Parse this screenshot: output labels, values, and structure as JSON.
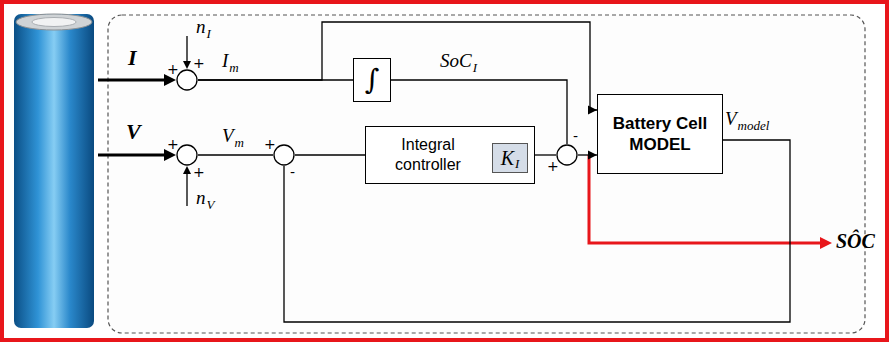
{
  "diagram": {
    "nodes": [
      {
        "text": [
          "+",
          "+"
        ]
      },
      {
        "text": [
          "∫"
        ]
      },
      {
        "text": [
          "Battery Cell MODEL"
        ]
      },
      {
        "text": [
          "+",
          "+"
        ]
      },
      {
        "text": [
          "+",
          "-"
        ]
      },
      {
        "text": [
          "Integral controller"
        ]
      },
      {
        "text": [
          "K",
          "I"
        ],
        "in": 5
      },
      {
        "text": [
          "+",
          "-"
        ]
      }
    ],
    "edges": [
      {
        "from": 0,
        "to": 1,
        "arrow": "none"
      },
      {
        "from": 0,
        "to": 2,
        "arrow": "to"
      },
      {
        "from": 1,
        "to": 7,
        "arrow": "none"
      },
      {
        "from": 3,
        "to": 4,
        "arrow": "none"
      },
      {
        "from": 4,
        "to": 5,
        "arrow": "none"
      },
      {
        "from": 5,
        "to": 7,
        "arrow": "none"
      },
      {
        "from": 7,
        "to": 2,
        "arrow": "to"
      },
      {
        "from": 2,
        "to": 4,
        "arrow": "none"
      }
    ],
    "labels": [
      "I",
      "n",
      "I",
      "V",
      "n",
      "V",
      "I",
      "m",
      "SoC",
      "I",
      "V",
      "m",
      "V",
      "model",
      "SÔC"
    ]
  }
}
